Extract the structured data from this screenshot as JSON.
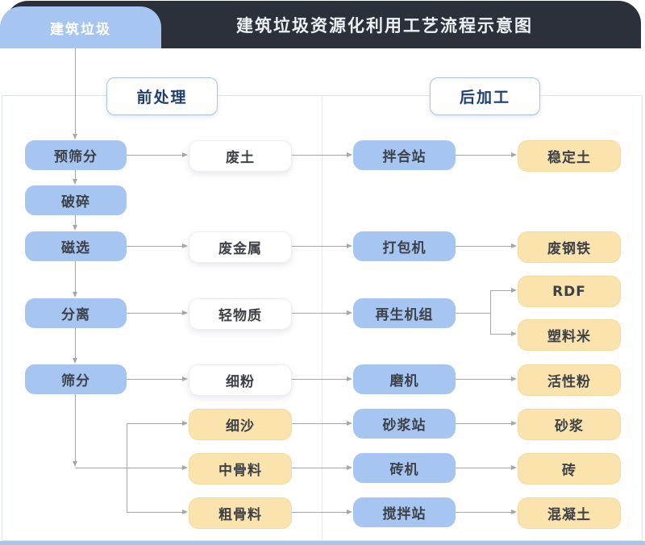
{
  "header": {
    "tab": "建筑垃圾",
    "title": "建筑垃圾资源化利用工艺流程示意图"
  },
  "sections": {
    "pre": "前处理",
    "post": "后加工"
  },
  "nodes": {
    "presort": "预筛分",
    "crush": "破碎",
    "magnetic": "磁选",
    "separate": "分离",
    "screen": "筛分",
    "waste_soil": "废土",
    "waste_metal": "废金属",
    "light_material": "轻物质",
    "fine_powder": "细粉",
    "fine_sand": "细沙",
    "medium_aggregate": "中骨料",
    "coarse_aggregate": "粗骨料",
    "mixing_station": "拌合站",
    "baler": "打包机",
    "recycling_unit": "再生机组",
    "mill": "磨机",
    "mortar_station": "砂浆站",
    "brick_machine": "砖机",
    "concrete_station": "搅拌站",
    "stabilized_soil": "稳定土",
    "scrap_steel": "废钢铁",
    "rdf": "RDF",
    "plastic_pellets": "塑料米",
    "active_powder": "活性粉",
    "mortar": "砂浆",
    "brick": "砖",
    "concrete": "混凝土"
  },
  "edges": [
    {
      "from": "建筑垃圾",
      "to": "预筛分"
    },
    {
      "from": "预筛分",
      "to": "破碎"
    },
    {
      "from": "破碎",
      "to": "磁选"
    },
    {
      "from": "磁选",
      "to": "分离"
    },
    {
      "from": "分离",
      "to": "筛分"
    },
    {
      "from": "筛分",
      "to": "细沙"
    },
    {
      "from": "筛分",
      "to": "中骨料"
    },
    {
      "from": "筛分",
      "to": "粗骨料"
    },
    {
      "from": "预筛分",
      "to": "废土"
    },
    {
      "from": "磁选",
      "to": "废金属"
    },
    {
      "from": "分离",
      "to": "轻物质"
    },
    {
      "from": "筛分",
      "to": "细粉"
    },
    {
      "from": "废土",
      "to": "拌合站"
    },
    {
      "from": "废金属",
      "to": "打包机"
    },
    {
      "from": "轻物质",
      "to": "再生机组"
    },
    {
      "from": "细粉",
      "to": "磨机"
    },
    {
      "from": "细沙",
      "to": "砂浆站"
    },
    {
      "from": "中骨料",
      "to": "砖机"
    },
    {
      "from": "粗骨料",
      "to": "搅拌站"
    },
    {
      "from": "拌合站",
      "to": "稳定土"
    },
    {
      "from": "打包机",
      "to": "废钢铁"
    },
    {
      "from": "再生机组",
      "to": "RDF"
    },
    {
      "from": "再生机组",
      "to": "塑料米"
    },
    {
      "from": "磨机",
      "to": "活性粉"
    },
    {
      "from": "砂浆站",
      "to": "砂浆"
    },
    {
      "from": "砖机",
      "to": "砖"
    },
    {
      "from": "搅拌站",
      "to": "混凝土"
    }
  ],
  "colors": {
    "node_blue": "#A6C5F0",
    "node_yellow": "#FAE3AD",
    "node_white": "#FFFFFF",
    "bar_dark": "#2B303A",
    "title_text": "#EEF0F3",
    "section_text": "#1F3E70",
    "arrow": "#A6A6A6",
    "bottom_strip": "#A6C5F0"
  }
}
